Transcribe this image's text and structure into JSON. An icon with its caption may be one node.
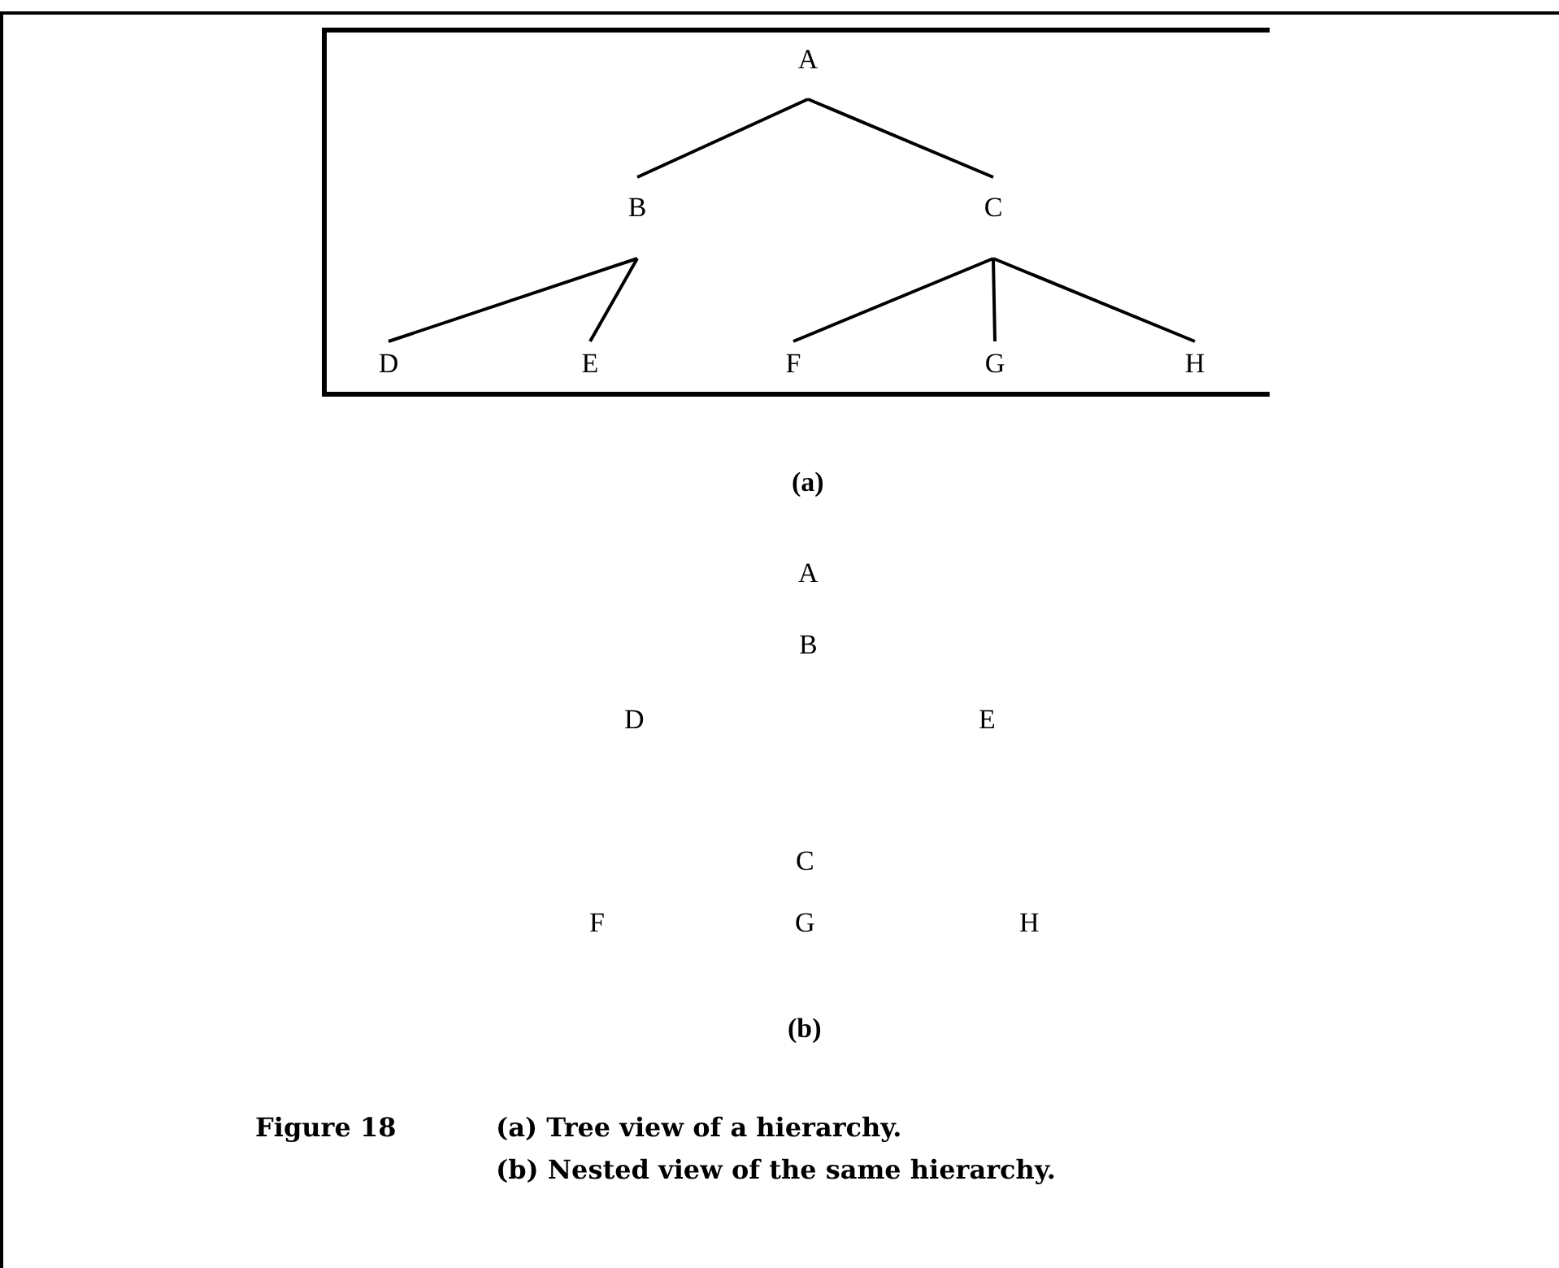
{
  "diagram": {
    "nodes": [
      {
        "text": [
          "A"
        ]
      },
      {
        "text": [
          "B"
        ]
      },
      {
        "text": [
          "C"
        ]
      },
      {
        "text": [
          "D"
        ]
      },
      {
        "text": [
          "E"
        ]
      },
      {
        "text": [
          "F"
        ]
      },
      {
        "text": [
          "G"
        ]
      },
      {
        "text": [
          "H"
        ]
      }
    ],
    "edges": [
      {
        "from": 0,
        "to": 1,
        "arrow": "none"
      },
      {
        "from": 0,
        "to": 2,
        "arrow": "none"
      },
      {
        "from": 1,
        "to": 3,
        "arrow": "none"
      },
      {
        "from": 1,
        "to": 4,
        "arrow": "none"
      },
      {
        "from": 2,
        "to": 5,
        "arrow": "none"
      },
      {
        "from": 2,
        "to": 6,
        "arrow": "none"
      },
      {
        "from": 2,
        "to": 7,
        "arrow": "none"
      }
    ],
    "labels": [
      "(a)",
      "A",
      "B",
      "D",
      "E",
      "C",
      "F",
      "G",
      "H",
      "(b)",
      "Figure 18",
      "(a) Tree view of a hierarchy.",
      "(b) Nested view of the same hierarchy."
    ]
  }
}
